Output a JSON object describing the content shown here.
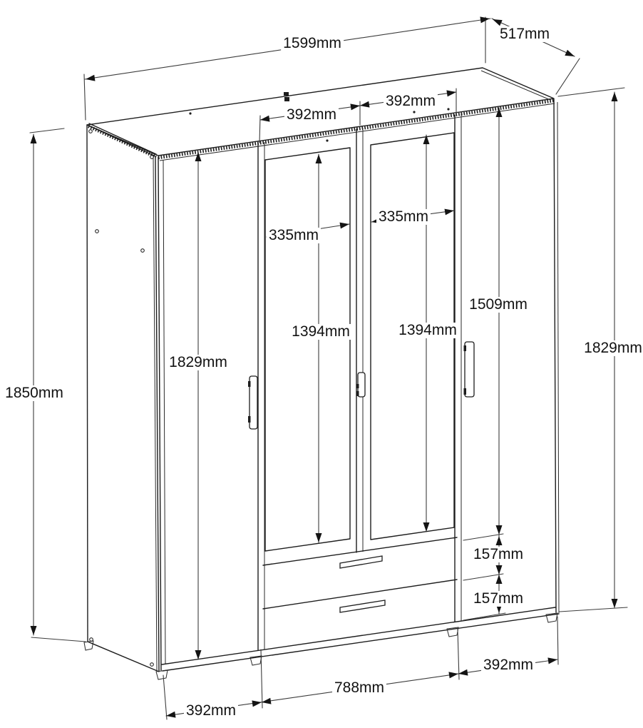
{
  "drawing": {
    "type": "wardrobe-technical-dimension-diagram",
    "unit": "mm",
    "labels": {
      "total_width": "1599mm",
      "depth": "517mm",
      "mirror_door_left_width": "392mm",
      "mirror_door_right_width": "392mm",
      "total_height": "1850mm",
      "left_door_height": "1829mm",
      "mirror_left_width": "335mm",
      "mirror_right_width": "335mm",
      "mirror_left_height": "1394mm",
      "mirror_right_height": "1394mm",
      "right_upper_section_height": "1509mm",
      "right_door_height": "1829mm",
      "drawer_top_height": "157mm",
      "drawer_bottom_height": "157mm",
      "left_door_width": "392mm",
      "middle_section_width": "788mm",
      "right_door_width": "392mm"
    }
  }
}
